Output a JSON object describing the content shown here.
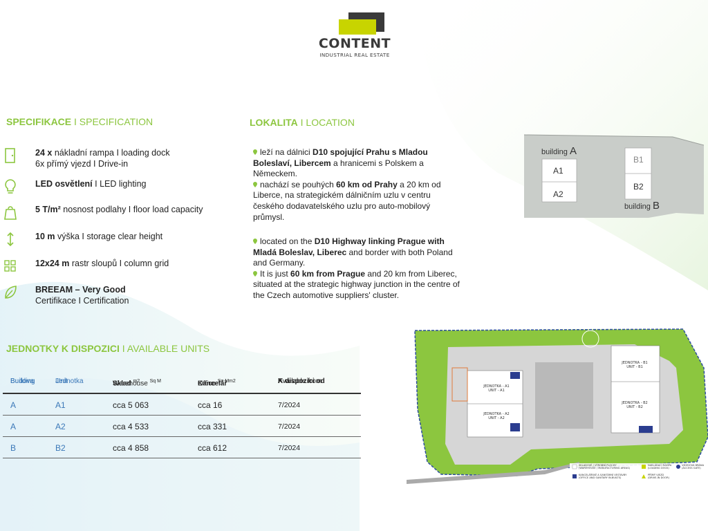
{
  "logo": {
    "name": "CONTENT",
    "subtitle": "INDUSTRIAL REAL ESTATE"
  },
  "specification": {
    "title_bold": "SPECIFIKACE",
    "title_rest": " I SPECIFICATION",
    "items": [
      {
        "icon": "door-icon",
        "bold": "24 x",
        "text": " nákladní rampa  I loading dock",
        "line2": "6x přímý vjezd I Drive-in"
      },
      {
        "icon": "lightbulb-icon",
        "bold": "LED osvětlení",
        "text": " I LED lighting",
        "line2": ""
      },
      {
        "icon": "weight-icon",
        "bold": "5 T/m²",
        "text": " nosnost podlahy I floor load capacity",
        "line2": ""
      },
      {
        "icon": "height-arrow-icon",
        "bold": "10 m",
        "text": " výška I storage clear height",
        "line2": ""
      },
      {
        "icon": "grid-icon",
        "bold": "12x24 m",
        "text": " rastr sloupů I column grid",
        "line2": ""
      },
      {
        "icon": "leaf-icon",
        "bold": "BREEAM – Very Good",
        "text": "",
        "line2": "Certifikace I Certification"
      }
    ]
  },
  "location": {
    "title_bold": "LOKALITA",
    "title_rest": " I LOCATION",
    "cz": {
      "p1_a": "leží na dálnici ",
      "p1_b": "D10 spojující Prahu s Mladou Boleslaví, Libercem",
      "p1_c": " a hranicemi s Polskem a Německem.",
      "p2_a": "nachází se pouhých ",
      "p2_b": "60 km od Prahy",
      "p2_c": " a 20 km od Liberce, na strategickém dálničním uzlu v centru českého dodavatelského uzlu pro auto-mobilový průmysl."
    },
    "en": {
      "p1_a": "located on the ",
      "p1_b": "D10 Highway linking Prague with Mladá Boleslav, Liberec",
      "p1_c": " and border with both Poland and Germany.",
      "p2_a": "It is just ",
      "p2_b": "60 km from Prague",
      "p2_c": " and 20 km from Liberec, situated at the strategic highway junction in the centre of the Czech automotive suppliers' cluster."
    }
  },
  "plan_small": {
    "building_a_word": "building",
    "building_a_letter": "A",
    "building_b_word": "building",
    "building_b_letter": "B",
    "units": [
      "A1",
      "A2",
      "B1",
      "B2"
    ]
  },
  "units": {
    "title_bold": "JEDNOTKY K DISPOZICI",
    "title_rest": " I AVAILABLE UNITS",
    "headers": {
      "building_cz": "Budova",
      "building_en": "Building",
      "unit_cz": "Jednotka",
      "unit_en": "Unit",
      "warehouse_cz": "Sklad",
      "warehouse_sup": "m2",
      "warehouse_en": "Warehouse",
      "warehouse_en_sup": "Sq M",
      "office_cz": "Kancelář",
      "office_sup": "m2",
      "office_en": "Office",
      "office_en_sup": "Sq M",
      "available_cz": "K dispozici od",
      "available_en": "Available from"
    },
    "rows": [
      {
        "building": "A",
        "unit": "A1",
        "warehouse": "cca 5 063",
        "office": "cca 16",
        "available": "7/2024"
      },
      {
        "building": "A",
        "unit": "A2",
        "warehouse": "cca 4 533",
        "office": "cca 331",
        "available": "7/2024"
      },
      {
        "building": "B",
        "unit": "B2",
        "warehouse": "cca 4 858",
        "office": "cca 612",
        "available": "7/2024"
      }
    ]
  },
  "site_plan": {
    "unit_a1": "JEDNOTKA - A1",
    "unit_a1_en": "UNIT - A1",
    "unit_a2": "JEDNOTKA - A2",
    "unit_a2_en": "UNIT - A2",
    "unit_b1": "JEDNOTKA - B1",
    "unit_b1_en": "UNIT - B1",
    "unit_b2": "JEDNOTKA - B2",
    "unit_b2_en": "UNIT - B2",
    "legend": [
      {
        "cz": "SKLADOVÉ / VÝROBNÍ PLOCHY",
        "en": "(WAREHOUSE / MANUFACTURING AREAS)"
      },
      {
        "cz": "KANCELÁŘSKÉ A SANITÁRNÍ VESTAVBY",
        "en": "(OFFICE AND SANITARY IN-BUILTS)"
      },
      {
        "cz": "NAKLÁDACÍ RAMPA",
        "en": "(LOADING DOCK)"
      },
      {
        "cz": "PŘÍMÝ VJEZD",
        "en": "(DRIVE-IN DOOR)"
      },
      {
        "cz": "VJEZDOVÁ BRÁNA",
        "en": "(ACCESS GATE)"
      }
    ]
  },
  "colors": {
    "accent": "#8cc63f",
    "blue": "#3b78b8",
    "dark": "#3a3a3a"
  }
}
